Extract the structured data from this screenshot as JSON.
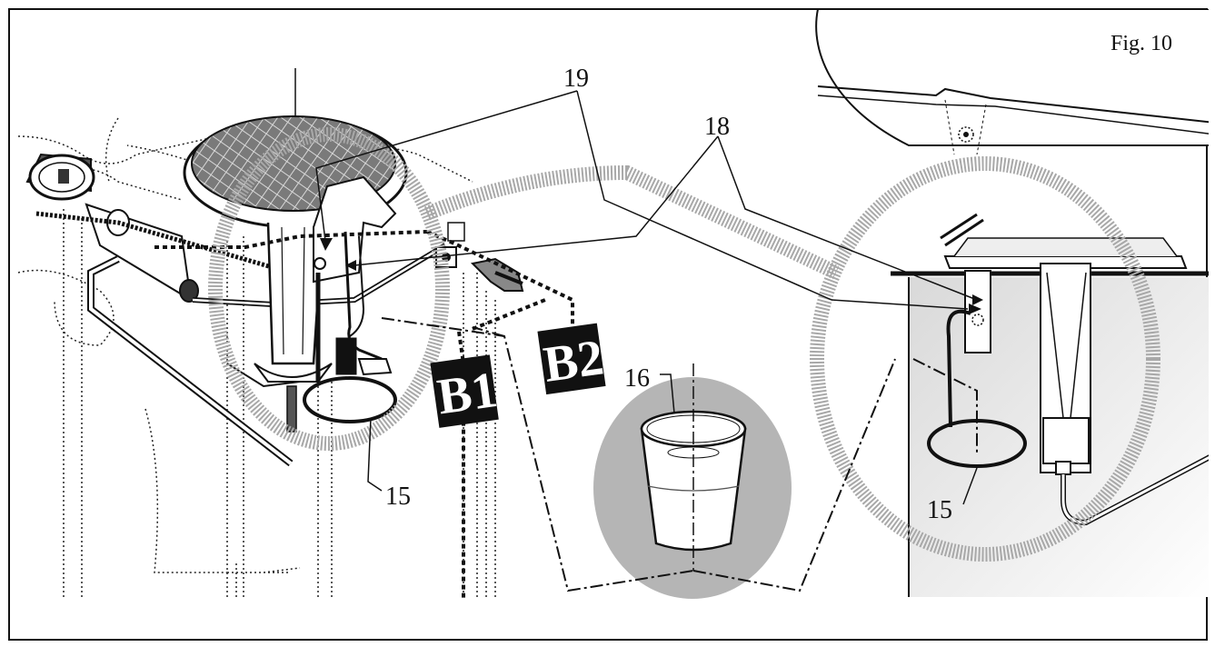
{
  "figure": {
    "caption": "Fig. 10"
  },
  "callouts": {
    "c19": "19",
    "c18": "18",
    "c16": "16",
    "c15_left": "15",
    "c15_right": "15"
  },
  "markers": {
    "b1": "B1",
    "b2": "B2"
  },
  "colors": {
    "line": "#111111",
    "highlight_ring": "#a8a8a8",
    "cup_zone": "#b5b5b5",
    "panel_shade": "#e6e6e6"
  }
}
